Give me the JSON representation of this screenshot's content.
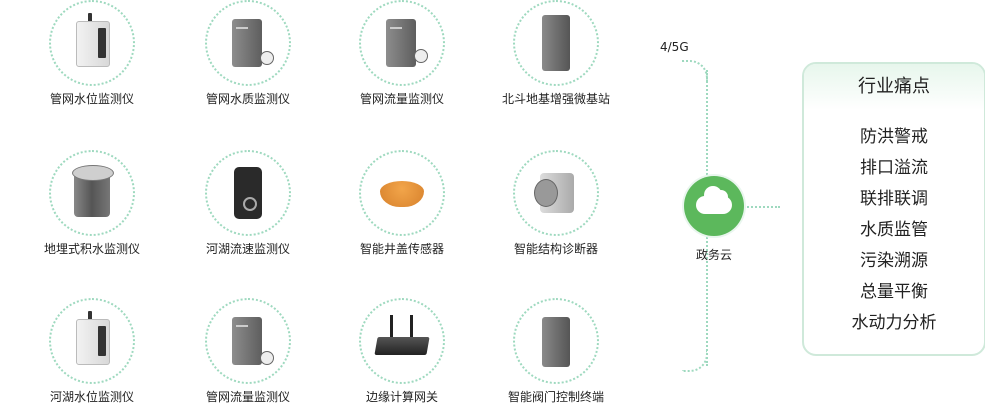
{
  "devices": [
    {
      "label": "管网水位监测仪",
      "icon": "white-water-level-sensor-icon"
    },
    {
      "label": "管网水质监测仪",
      "icon": "grey-water-quality-sensor-icon"
    },
    {
      "label": "管网流量监测仪",
      "icon": "grey-flow-meter-icon"
    },
    {
      "label": "北斗地基增强微基站",
      "icon": "beidou-base-station-icon"
    },
    {
      "label": "地埋式积水监测仪",
      "icon": "buried-water-sensor-icon"
    },
    {
      "label": "河湖流速监测仪",
      "icon": "river-flow-speed-sensor-icon"
    },
    {
      "label": "智能井盖传感器",
      "icon": "manhole-cover-sensor-icon"
    },
    {
      "label": "智能结构诊断器",
      "icon": "structure-diagnostic-icon"
    },
    {
      "label": "河湖水位监测仪",
      "icon": "river-water-level-sensor-icon"
    },
    {
      "label": "管网流量监测仪",
      "icon": "grey-flow-meter-icon"
    },
    {
      "label": "边缘计算网关",
      "icon": "edge-gateway-router-icon"
    },
    {
      "label": "智能阀门控制终端",
      "icon": "valve-controller-icon"
    }
  ],
  "network": {
    "label": "4/5G"
  },
  "cloud": {
    "label": "政务云",
    "icon": "cloud-icon",
    "color": "#5cb85c"
  },
  "panel": {
    "title": "行业痛点",
    "items": [
      "防洪警戒",
      "排口溢流",
      "联排联调",
      "水质监管",
      "污染溯源",
      "总量平衡",
      "水动力分析"
    ]
  },
  "colors": {
    "accent": "#9ed9bf",
    "cloud_green": "#5cb85c"
  }
}
